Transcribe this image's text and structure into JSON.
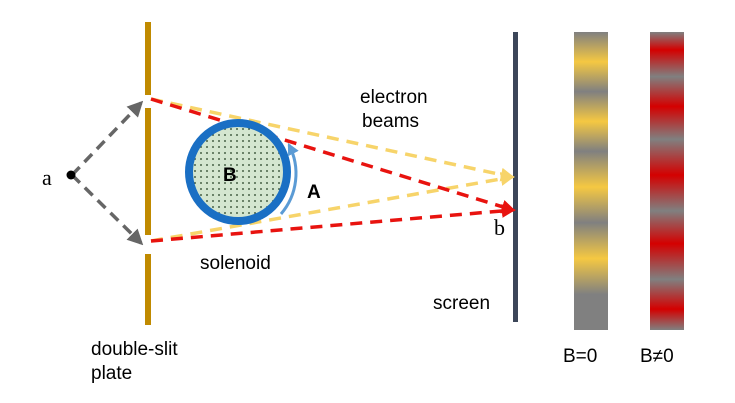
{
  "labels": {
    "source_point": "a",
    "detection_point": "b",
    "magnetic_field": "B",
    "vector_potential": "A",
    "beams": [
      "electron",
      "beams"
    ],
    "solenoid": "solenoid",
    "plate": [
      "double-slit",
      "plate"
    ],
    "screen": "screen",
    "pattern_zero": "B=0",
    "pattern_nonzero": "B≠0"
  },
  "colors": {
    "plate": "#c08a00",
    "screen": "#3c4659",
    "solenoid_ring": "#1a6fc4",
    "solenoid_core": "#d4e6d0",
    "vector_potential_arrow": "#5b9bd5",
    "incoming_beams": "#666666",
    "beam_field_off": "#f7d46a",
    "beam_field_on": "#e8130f",
    "fringe_background": "#808080",
    "fringe_bright_field_off": "#f5c842",
    "fringe_bright_field_on": "#d40000"
  }
}
